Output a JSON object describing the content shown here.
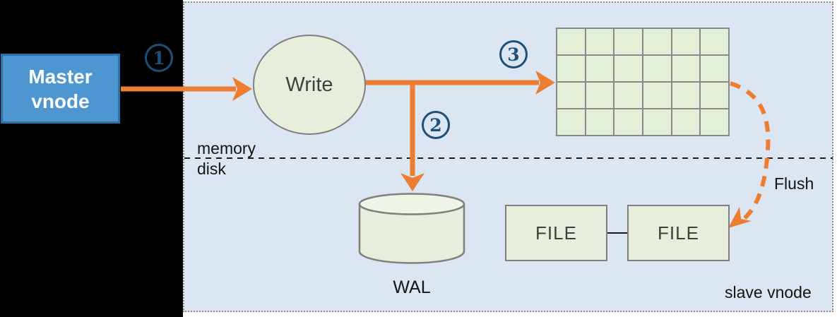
{
  "diagram": {
    "title_context": "vnode write flow",
    "master_node": {
      "label": "Master\nvnode"
    },
    "write_node": {
      "label": "Write"
    },
    "steps": [
      {
        "number": "1"
      },
      {
        "number": "2"
      },
      {
        "number": "3"
      }
    ],
    "memory_table": {
      "rows": 4,
      "cols": 6
    },
    "wal": {
      "label": "WAL"
    },
    "files": [
      {
        "label": "FILE"
      },
      {
        "label": "FILE"
      }
    ],
    "region_labels": {
      "memory": "memory",
      "disk": "disk",
      "flush": "Flush",
      "slave": "slave vnode"
    },
    "colors": {
      "accent_orange": "#ED7D31",
      "master_fill": "#4E96D2",
      "master_border": "#2C71A9",
      "panel_bg": "#DBE6F2",
      "panel_border": "#8C8C8C",
      "node_fill": "#E7EFDC",
      "grid_cell_fill": "#E3EFD6",
      "node_border": "#7F7F7F",
      "step_badge": "#1F4E79",
      "left_background": "#000000"
    }
  }
}
